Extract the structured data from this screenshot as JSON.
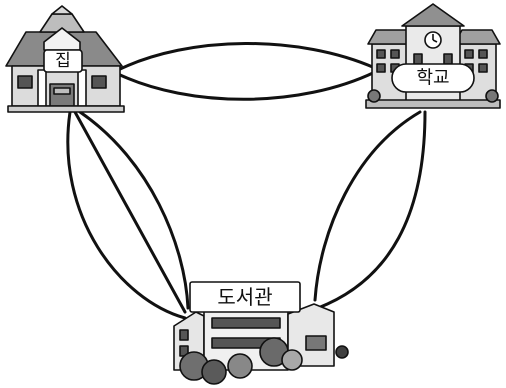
{
  "places": {
    "home": {
      "label": "집"
    },
    "school": {
      "label": "학교"
    },
    "library": {
      "label": "도서관"
    }
  },
  "routes": {
    "home_school": 2,
    "home_library": 3,
    "school_library": 2
  }
}
